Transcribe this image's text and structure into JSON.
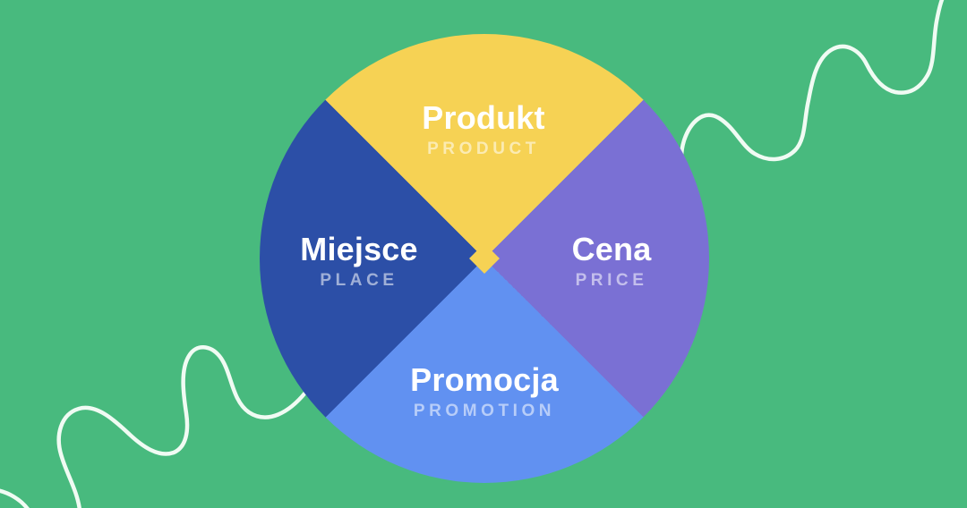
{
  "colors": {
    "background": "#48ba7e",
    "squiggle": "#f0fbf3",
    "title_text": "#ffffff",
    "subtitle_text": "rgba(255,255,255,0.55)"
  },
  "diagram": {
    "type": "quadrant-pie",
    "quadrants": [
      {
        "id": "product",
        "position": "top",
        "label": "Produkt",
        "sublabel": "PRODUCT",
        "color": "#f6d254"
      },
      {
        "id": "price",
        "position": "right",
        "label": "Cena",
        "sublabel": "PRICE",
        "color": "#7a70d4"
      },
      {
        "id": "promotion",
        "position": "bottom",
        "label": "Promocja",
        "sublabel": "PROMOTION",
        "color": "#6191f1"
      },
      {
        "id": "place",
        "position": "left",
        "label": "Miejsce",
        "sublabel": "PLACE",
        "color": "#2c4fa7"
      }
    ]
  }
}
